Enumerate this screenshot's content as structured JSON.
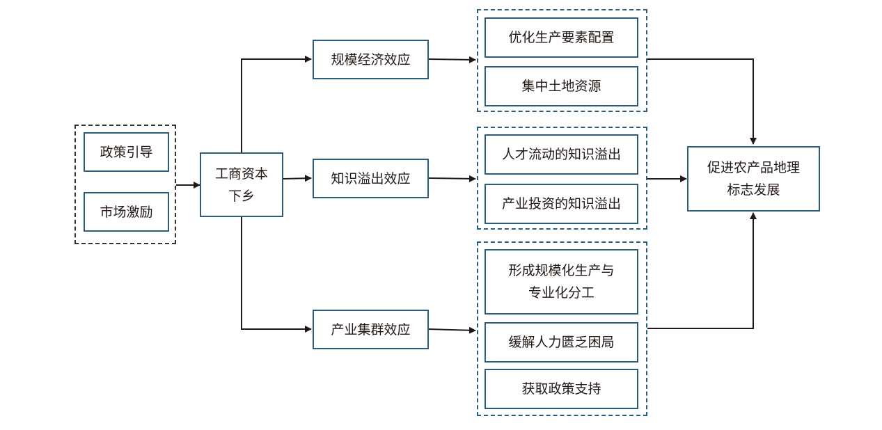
{
  "drivers": {
    "policy": "政策引导",
    "market": "市场激励"
  },
  "center": {
    "line1": "工商资本",
    "line2": "下乡"
  },
  "effects": {
    "scale": "规模经济效应",
    "knowledge": "知识溢出效应",
    "cluster": "产业集群效应"
  },
  "mechanisms": {
    "scale": [
      "优化生产要素配置",
      "集中土地资源"
    ],
    "knowledge": [
      "人才流动的知识溢出",
      "产业投资的知识溢出"
    ],
    "cluster_line1": "形成规模化生产与",
    "cluster_line2": "专业化分工",
    "cluster_rest": [
      "缓解人力匮乏困局",
      "获取政策支持"
    ]
  },
  "result": {
    "line1": "促进农产品地理",
    "line2": "标志发展"
  }
}
